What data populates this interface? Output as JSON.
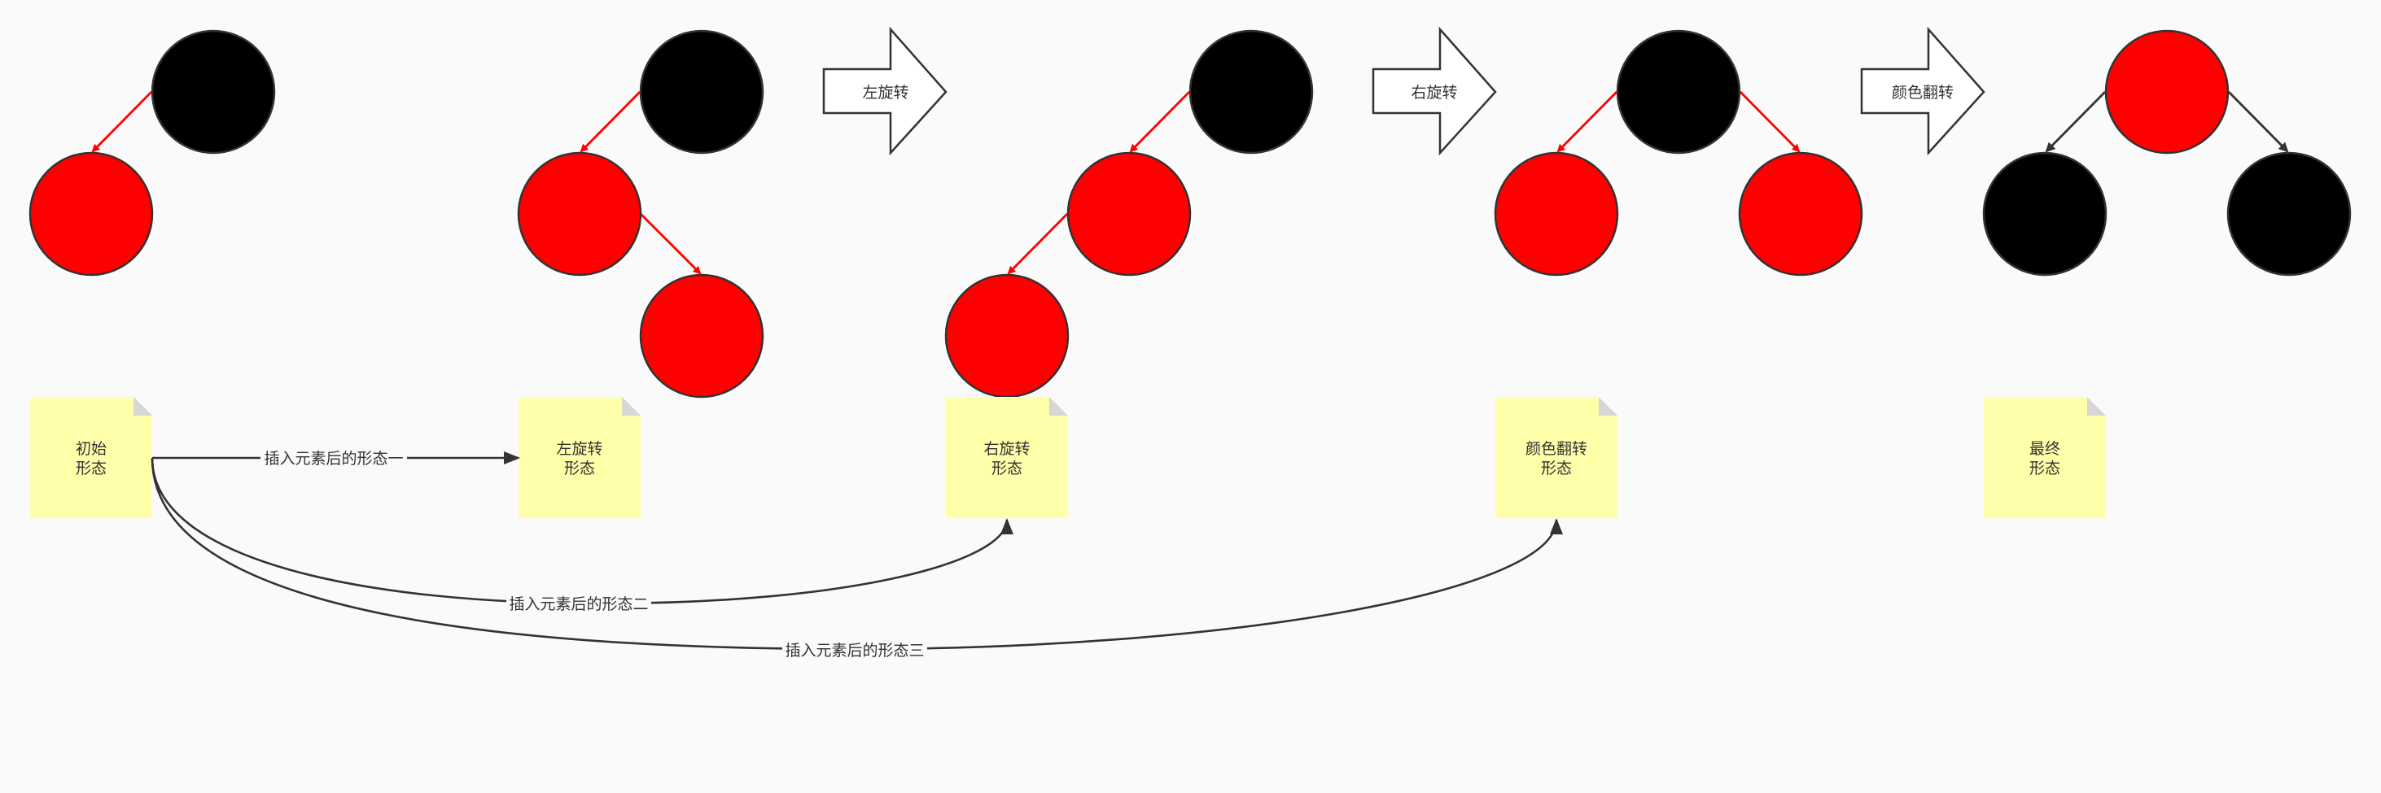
{
  "colors": {
    "red_node": "#ff0000",
    "black_node": "#000000",
    "red_edge": "#ff0000",
    "dark_edge": "#333333",
    "note_fill": "#ffffaa",
    "background": "#fafafa"
  },
  "notes": [
    {
      "id": "initial",
      "lines": [
        "初始",
        "形态"
      ]
    },
    {
      "id": "left-rotate",
      "lines": [
        "左旋转",
        "形态"
      ]
    },
    {
      "id": "right-rotate",
      "lines": [
        "右旋转",
        "形态"
      ]
    },
    {
      "id": "color-flip",
      "lines": [
        "颜色翻转",
        "形态"
      ]
    },
    {
      "id": "final",
      "lines": [
        "最终",
        "形态"
      ]
    }
  ],
  "transition_arrows": [
    {
      "id": "left-rotate",
      "label": "左旋转"
    },
    {
      "id": "right-rotate",
      "label": "右旋转"
    },
    {
      "id": "color-flip",
      "label": "颜色翻转"
    }
  ],
  "connectors": [
    {
      "id": "insert-1",
      "label": "插入元素后的形态一"
    },
    {
      "id": "insert-2",
      "label": "插入元素后的形态二"
    },
    {
      "id": "insert-3",
      "label": "插入元素后的形态三"
    }
  ],
  "trees": [
    {
      "id": "tree-initial",
      "nodes": [
        "black",
        "red"
      ]
    },
    {
      "id": "tree-left-rotate",
      "nodes": [
        "black",
        "red",
        "red"
      ]
    },
    {
      "id": "tree-right-rotate",
      "nodes": [
        "black",
        "red",
        "red"
      ]
    },
    {
      "id": "tree-color-flip",
      "nodes": [
        "black",
        "red",
        "red"
      ]
    },
    {
      "id": "tree-final",
      "nodes": [
        "red",
        "black",
        "black"
      ]
    }
  ]
}
